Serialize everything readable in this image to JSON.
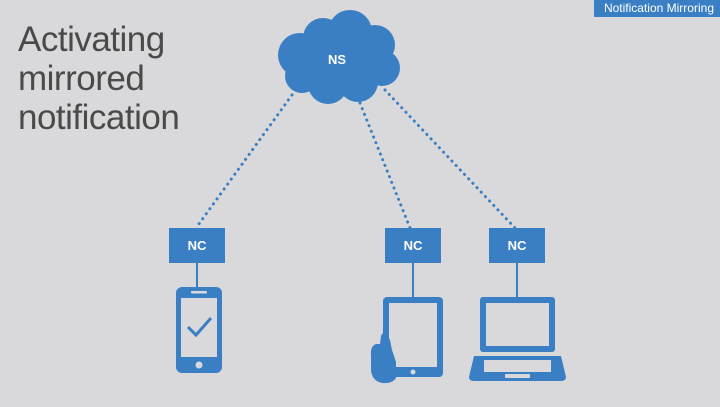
{
  "header": {
    "tag_label": "Notification Mirroring"
  },
  "slide": {
    "title_lines": [
      "Activating",
      "mirrored",
      "notification"
    ]
  },
  "diagram": {
    "server": {
      "label": "NS",
      "shape": "cloud-icon"
    },
    "clients": [
      {
        "label": "NC",
        "device": "smartphone-icon",
        "device_state": "checkmark"
      },
      {
        "label": "NC",
        "device": "tablet-icon"
      },
      {
        "label": "NC",
        "device": "laptop-icon"
      }
    ],
    "colors": {
      "accent": "#3a7fc4",
      "background": "#d9d9db",
      "text": "#4a4a4a",
      "node_text": "#ffffff"
    }
  }
}
